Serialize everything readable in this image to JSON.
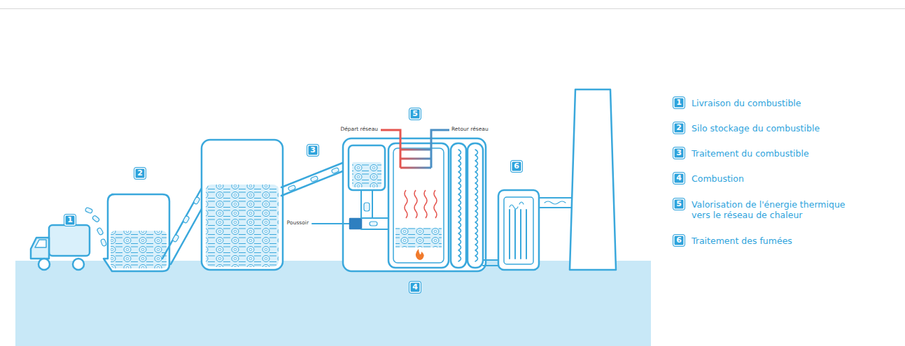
{
  "diagram": {
    "labels": [
      "1",
      "2",
      "3",
      "4",
      "5",
      "6",
      "Départ réseau",
      "Retour réseau",
      "Poussoir",
      "1",
      "2",
      "3",
      "4",
      "5",
      "6"
    ],
    "legend": [
      {
        "text": "Livraison du combustible"
      },
      {
        "text": "Silo stockage du combustible"
      },
      {
        "text": "Traitement du combustible"
      },
      {
        "text": "Combustion"
      },
      {
        "text": "Valorisation de l'énergie thermique vers le réseau de chaleur"
      },
      {
        "text": "Traitement des fumées"
      }
    ]
  }
}
